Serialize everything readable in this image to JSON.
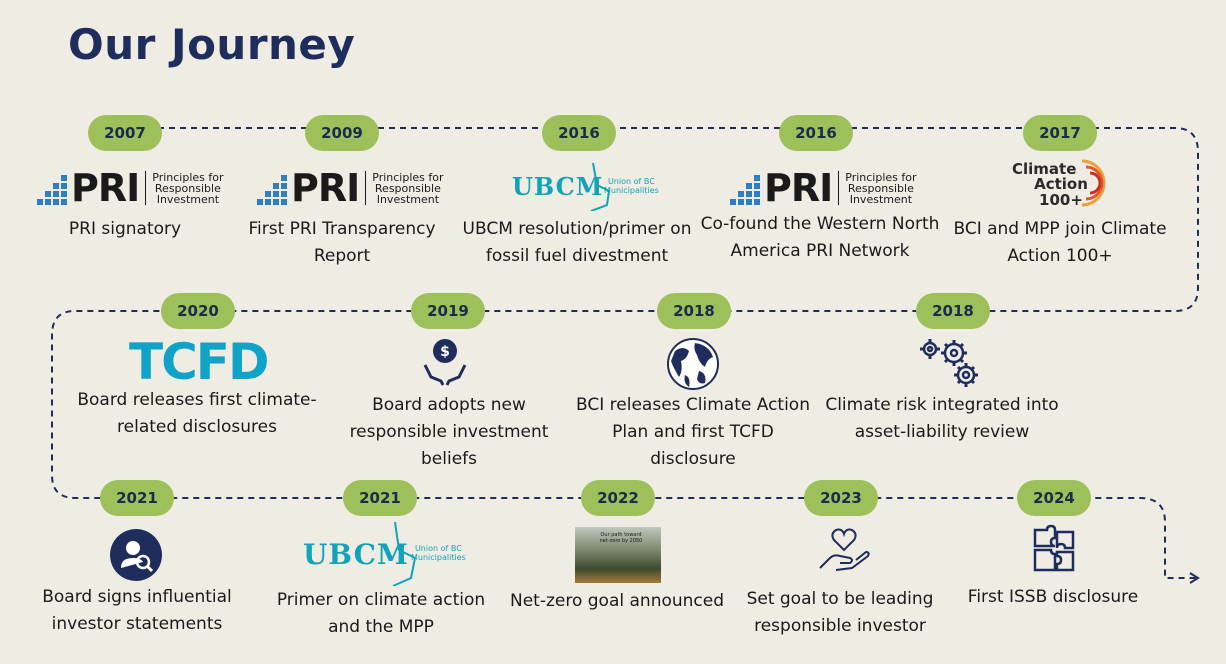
{
  "title": "Our Journey",
  "colors": {
    "pill": "#9dc05b",
    "title": "#1f2d5c",
    "line": "#1f2d5c",
    "background": "#efece4"
  },
  "logos": {
    "pri": {
      "word": "PRI",
      "sub1": "Principles for",
      "sub2": "Responsible",
      "sub3": "Investment"
    },
    "ubcm": {
      "word": "UBCM",
      "sub1": "Union of BC",
      "sub2": "Municipalities"
    },
    "tcfd": "TCFD",
    "climate_action": {
      "line1": "Climate",
      "line2": "Action 100+"
    },
    "photo": {
      "line1": "Our path toward",
      "line2": "net-zero by 2050"
    }
  },
  "events": [
    {
      "year": "2007",
      "caption": "PRI signatory",
      "logo": "pri"
    },
    {
      "year": "2009",
      "caption": "First PRI Transparency Report",
      "logo": "pri"
    },
    {
      "year": "2016",
      "caption": "UBCM resolution/primer on fossil fuel divestment",
      "logo": "ubcm"
    },
    {
      "year": "2016",
      "caption": "Co-found the Western North America PRI Network",
      "logo": "pri"
    },
    {
      "year": "2017",
      "caption": "BCI and MPP join Climate Action 100+",
      "logo": "climate-action"
    },
    {
      "year": "2020",
      "caption": "Board releases first climate-related disclosures",
      "logo": "tcfd"
    },
    {
      "year": "2019",
      "caption": "Board adopts new responsible investment beliefs",
      "logo": "money-hands-icon"
    },
    {
      "year": "2018",
      "caption": "BCI releases Climate Action Plan and first TCFD disclosure",
      "logo": "globe-icon"
    },
    {
      "year": "2018",
      "caption": "Climate risk integrated into asset-liability review",
      "logo": "gears-icon"
    },
    {
      "year": "2021",
      "caption": "Board signs influential investor statements",
      "logo": "investor-icon"
    },
    {
      "year": "2021",
      "caption": "Primer on climate action and the MPP",
      "logo": "ubcm"
    },
    {
      "year": "2022",
      "caption": "Net-zero goal announced",
      "logo": "photo"
    },
    {
      "year": "2023",
      "caption": "Set goal to be leading responsible investor",
      "logo": "heart-hand-icon"
    },
    {
      "year": "2024",
      "caption": "First ISSB disclosure",
      "logo": "puzzle-icon"
    }
  ]
}
